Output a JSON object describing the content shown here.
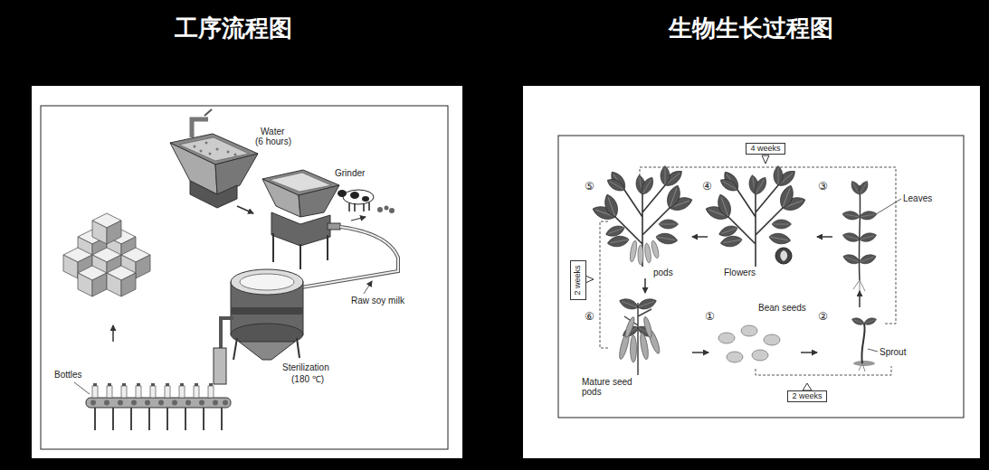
{
  "diagram": {
    "nodes": [
      {
        "text": [
          "工序流程图"
        ]
      },
      {
        "text": [
          "生物生长过程图"
        ]
      },
      {
        "text": [
          "4 weeks"
        ],
        "in": 1
      },
      {
        "text": [
          "2 weeks"
        ],
        "in": 1
      },
      {
        "text": [
          "2 weeks"
        ],
        "in": 1
      }
    ],
    "labels": [
      "Water",
      "(6 hours)",
      "Grinder",
      "Raw soy milk",
      "Sterilization",
      "(180 ℃)",
      "Bottles",
      "⑤",
      "④",
      "③",
      "Leaves",
      "pods",
      "Flowers",
      "⑥",
      "①",
      "②",
      "Bean seeds",
      "Sprout",
      "Mature seed pods"
    ]
  }
}
